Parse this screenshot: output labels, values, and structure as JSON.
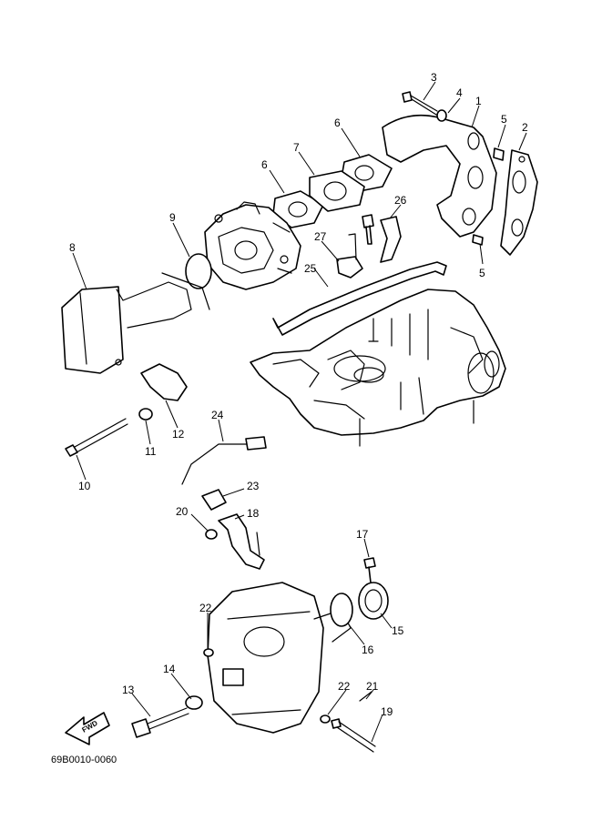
{
  "diagram_code": "69B0010-0060",
  "fwd_label": "FWD",
  "callouts": {
    "c1": "1",
    "c2": "2",
    "c3": "3",
    "c4": "4",
    "c5a": "5",
    "c5b": "5",
    "c6a": "6",
    "c6b": "6",
    "c7": "7",
    "c8": "8",
    "c9": "9",
    "c10": "10",
    "c11": "11",
    "c12": "12",
    "c13": "13",
    "c14": "14",
    "c15": "15",
    "c16": "16",
    "c17": "17",
    "c18": "18",
    "c19": "19",
    "c20": "20",
    "c21": "21",
    "c22a": "22",
    "c22b": "22",
    "c23": "23",
    "c24": "24",
    "c25": "25",
    "c26": "26",
    "c27": "27"
  }
}
